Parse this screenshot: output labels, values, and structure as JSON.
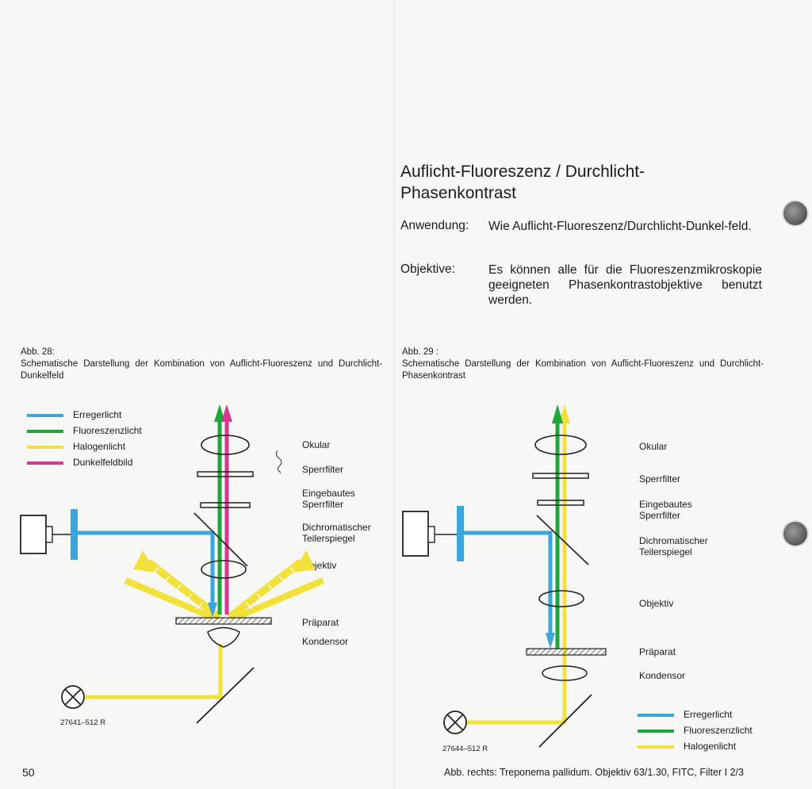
{
  "title": "Auflicht-Fluoreszenz / Durchlicht-Phasenkontrast",
  "title_line1": "Auflicht-Fluoreszenz / Durchlicht-",
  "title_line2": "Phasenkontrast",
  "fields": [
    {
      "label": "Anwendung:",
      "text": "Wie Auflicht-Fluoreszenz/Durchlicht-Dunkel-feld."
    },
    {
      "label": "Objektive:",
      "text": "Es können alle für die Fluoreszenzmikroskopie geeigneten Phasenkontrastobjektive benutzt werden."
    }
  ],
  "fig28": {
    "number": "Abb. 28:",
    "caption": "Schematische Darstellung der Kombination von Auflicht-Fluoreszenz und Durchlicht-Dunkelfeld",
    "legend": [
      {
        "label": "Erregerlicht",
        "color": "#3aa6dc"
      },
      {
        "label": "Fluoreszenzlicht",
        "color": "#1ea83c"
      },
      {
        "label": "Halogenlicht",
        "color": "#f2e13a"
      },
      {
        "label": "Dunkelfeldbild",
        "color": "#d8398f"
      }
    ],
    "components": [
      "Okular",
      "Sperrfilter",
      "Eingebautes Sperrfilter",
      "Dichromatischer Teilerspiegel",
      "Objektiv",
      "Präparat",
      "Kondensor"
    ],
    "code": "27641–512 R"
  },
  "fig29": {
    "number": "Abb. 29 :",
    "caption": "Schematische Darstellung der Kombination von Auflicht-Fluoreszenz und Durchlicht-Phasenkontrast",
    "legend": [
      {
        "label": "Erregerlicht",
        "color": "#3aa6dc"
      },
      {
        "label": "Fluoreszenzlicht",
        "color": "#1ea83c"
      },
      {
        "label": "Halogenlicht",
        "color": "#f2e13a"
      }
    ],
    "components": [
      "Okular",
      "Sperrfilter",
      "Eingebautes Sperrfilter",
      "Dichromatischer Teilerspiegel",
      "Objektiv",
      "Präparat",
      "Kondensor"
    ],
    "code": "27644–512 R"
  },
  "page_number": "50",
  "footer": "Abb. rechts: Treponema pallidum. Objektiv 63/1.30, FITC, Filter I 2/3"
}
